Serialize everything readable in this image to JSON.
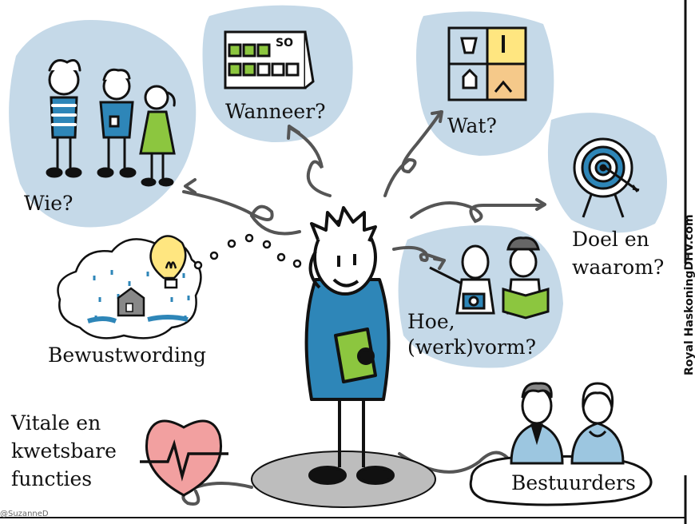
{
  "labels": {
    "wie": "Wie?",
    "wanneer": "Wanneer?",
    "wat": "Wat?",
    "doel_line1": "Doel en",
    "doel_line2": "waarom?",
    "bewustwording": "Bewustwording",
    "hoe_line1": "Hoe,",
    "hoe_line2": "(werk)vorm?",
    "vitale_line1": "Vitale en",
    "vitale_line2": "kwetsbare",
    "vitale_line3": "functies",
    "bestuurders": "Bestuurders"
  },
  "calendar": {
    "weekend_label": "SO"
  },
  "branding": {
    "company": "Royal HaskoningDHV.com",
    "signature": "@SuzanneD"
  },
  "colors": {
    "bubble": "#c5d9e8",
    "shirt_blue": "#2e86b8",
    "lime": "#8cc63f",
    "heart_pink": "#f2a0a0",
    "bulb_yellow": "#ffe680",
    "ground_gray": "#bdbdbd"
  }
}
